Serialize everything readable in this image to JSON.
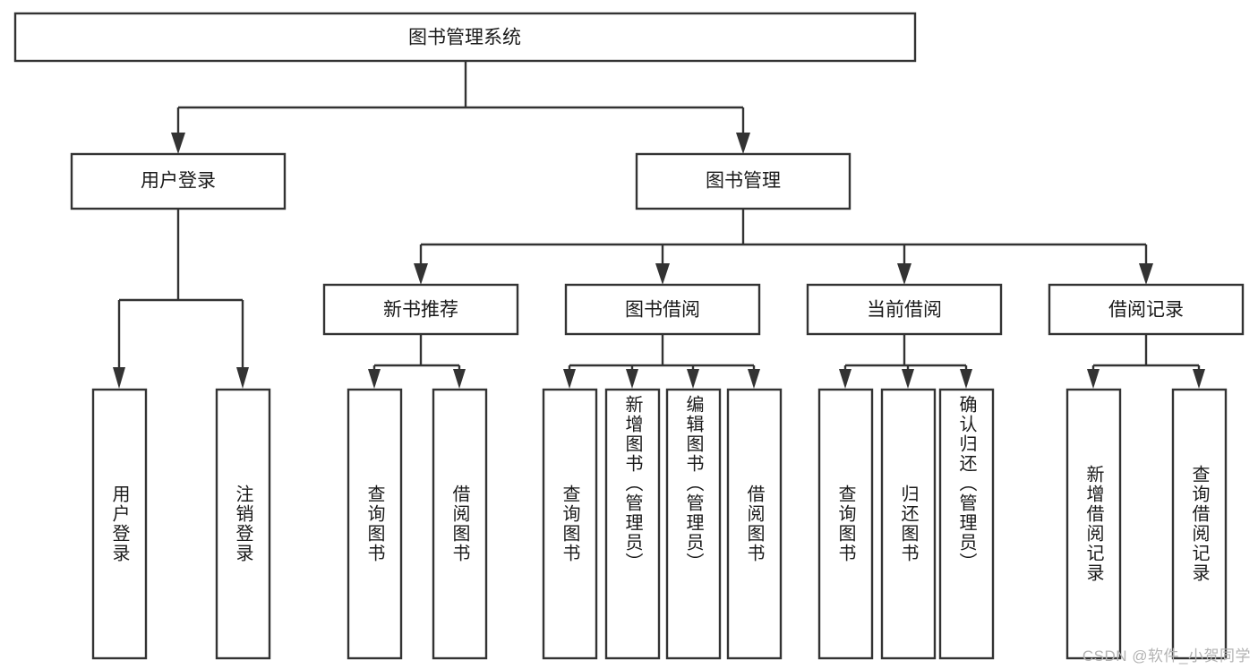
{
  "diagram": {
    "type": "tree-hierarchy",
    "title": "图书管理系统",
    "watermark": "CSDN @软件_小贺同学",
    "colors": {
      "background": "#ffffff",
      "node_fill": "#ffffff",
      "node_stroke": "#333333",
      "text": "#1a1a1a",
      "watermark": "#b3b3b3"
    },
    "root": {
      "id": "root",
      "label": "图书管理系统",
      "orientation": "horizontal"
    },
    "level2": [
      {
        "id": "user-login",
        "label": "用户登录",
        "orientation": "horizontal"
      },
      {
        "id": "book-manage",
        "label": "图书管理",
        "orientation": "horizontal"
      }
    ],
    "level3": [
      {
        "id": "new-book-recommend",
        "label": "新书推荐",
        "orientation": "horizontal",
        "parent": "book-manage"
      },
      {
        "id": "book-borrow",
        "label": "图书借阅",
        "orientation": "horizontal",
        "parent": "book-manage"
      },
      {
        "id": "current-borrow",
        "label": "当前借阅",
        "orientation": "horizontal",
        "parent": "book-manage"
      },
      {
        "id": "borrow-record",
        "label": "借阅记录",
        "orientation": "horizontal",
        "parent": "book-manage"
      }
    ],
    "leaves": [
      {
        "id": "leaf-user-login",
        "label": "用户登录",
        "parent": "user-login",
        "orientation": "vertical",
        "align": "center"
      },
      {
        "id": "leaf-user-logout",
        "label": "注销登录",
        "parent": "user-login",
        "orientation": "vertical",
        "align": "center"
      },
      {
        "id": "leaf-query-book-1",
        "label": "查询图书",
        "parent": "new-book-recommend",
        "orientation": "vertical",
        "align": "center"
      },
      {
        "id": "leaf-borrow-book-1",
        "label": "借阅图书",
        "parent": "new-book-recommend",
        "orientation": "vertical",
        "align": "center"
      },
      {
        "id": "leaf-query-book-2",
        "label": "查询图书",
        "parent": "book-borrow",
        "orientation": "vertical",
        "align": "center"
      },
      {
        "id": "leaf-add-book",
        "label": "新增图书（管理员）",
        "parent": "book-borrow",
        "orientation": "vertical",
        "align": "top"
      },
      {
        "id": "leaf-edit-book",
        "label": "编辑图书（管理员）",
        "parent": "book-borrow",
        "orientation": "vertical",
        "align": "top"
      },
      {
        "id": "leaf-borrow-book-2",
        "label": "借阅图书",
        "parent": "book-borrow",
        "orientation": "vertical",
        "align": "center"
      },
      {
        "id": "leaf-query-book-3",
        "label": "查询图书",
        "parent": "current-borrow",
        "orientation": "vertical",
        "align": "center"
      },
      {
        "id": "leaf-return-book",
        "label": "归还图书",
        "parent": "current-borrow",
        "orientation": "vertical",
        "align": "center"
      },
      {
        "id": "leaf-confirm-return",
        "label": "确认归还（管理员）",
        "parent": "current-borrow",
        "orientation": "vertical",
        "align": "top"
      },
      {
        "id": "leaf-add-borrow-record",
        "label": "新增借阅记录",
        "parent": "borrow-record",
        "orientation": "vertical",
        "align": "center"
      },
      {
        "id": "leaf-query-borrow-record",
        "label": "查询借阅记录",
        "parent": "borrow-record",
        "orientation": "vertical",
        "align": "center"
      }
    ]
  }
}
